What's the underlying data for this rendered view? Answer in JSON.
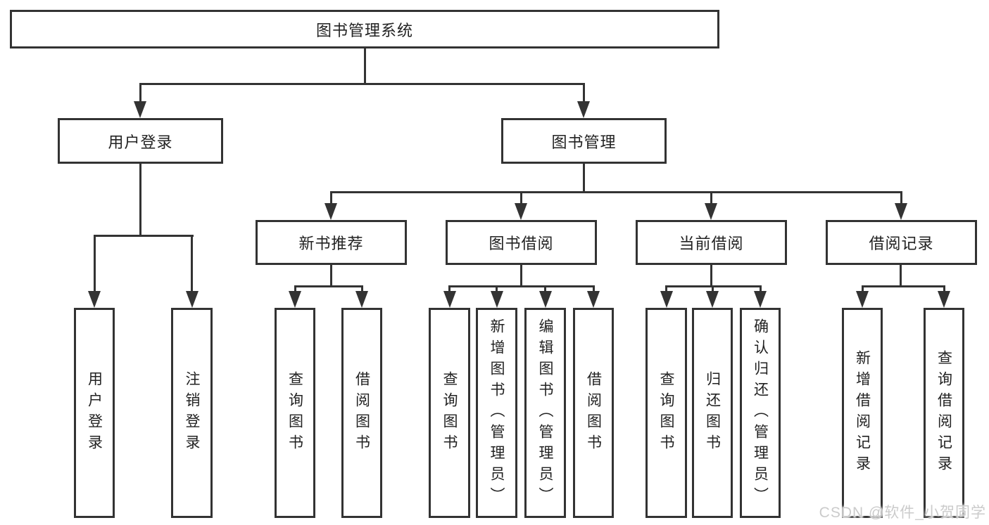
{
  "colors": {
    "line": "#333333",
    "text": "#222222",
    "background": "#ffffff",
    "watermark": "#cbcbcb"
  },
  "watermark": "CSDN @软件_小贺同学",
  "tree": {
    "root": "图书管理系统",
    "children": [
      {
        "label": "用户登录",
        "children": [
          "用户登录",
          "注销登录"
        ]
      },
      {
        "label": "图书管理",
        "children": [
          {
            "label": "新书推荐",
            "children": [
              "查询图书",
              "借阅图书"
            ]
          },
          {
            "label": "图书借阅",
            "children": [
              "查询图书",
              "新增图书（管理员）",
              "编辑图书（管理员）",
              "借阅图书"
            ]
          },
          {
            "label": "当前借阅",
            "children": [
              "查询图书",
              "归还图书",
              "确认归还（管理员）"
            ]
          },
          {
            "label": "借阅记录",
            "children": [
              "新增借阅记录",
              "查询借阅记录"
            ]
          }
        ]
      }
    ]
  }
}
